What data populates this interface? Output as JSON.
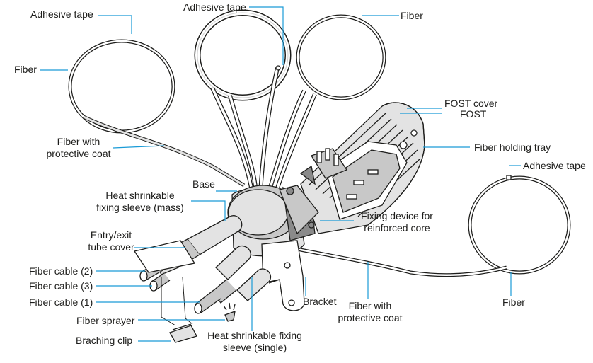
{
  "labels": {
    "adhesive_tape_left": "Adhesive tape",
    "adhesive_tape_top": "Adhesive tape",
    "adhesive_tape_right": "Adhesive tape",
    "fiber_top": "Fiber",
    "fiber_left": "Fiber",
    "fiber_right": "Fiber",
    "fiber_protective_left": [
      "Fiber with",
      "protective coat"
    ],
    "fiber_protective_bottom": [
      "Fiber with",
      "protective coat"
    ],
    "fost_cover": "FOST cover",
    "fost": "FOST",
    "fiber_holding_tray": "Fiber holding tray",
    "base": "Base",
    "heat_shrink_mass": [
      "Heat shrinkable",
      "fixing sleeve (mass)"
    ],
    "fixing_device": [
      "Fixing device for",
      "reinforced core"
    ],
    "entry_exit_cover": [
      "Entry/exit",
      "tube cover"
    ],
    "fiber_cable_2": "Fiber cable (2)",
    "fiber_cable_3": "Fiber cable (3)",
    "fiber_cable_1": "Fiber cable (1)",
    "fiber_sprayer": "Fiber sprayer",
    "braching_clip": "Braching clip",
    "bracket": "Bracket",
    "heat_shrink_single": [
      "Heat shrinkable fixing",
      "sleeve (single)"
    ]
  },
  "colors": {
    "leader": "#1a9bd7",
    "line": "#1d1d1b",
    "fill_light": "#e3e3e3",
    "fill_mid": "#c8c8c8",
    "fill_dark": "#8a8a8a"
  }
}
